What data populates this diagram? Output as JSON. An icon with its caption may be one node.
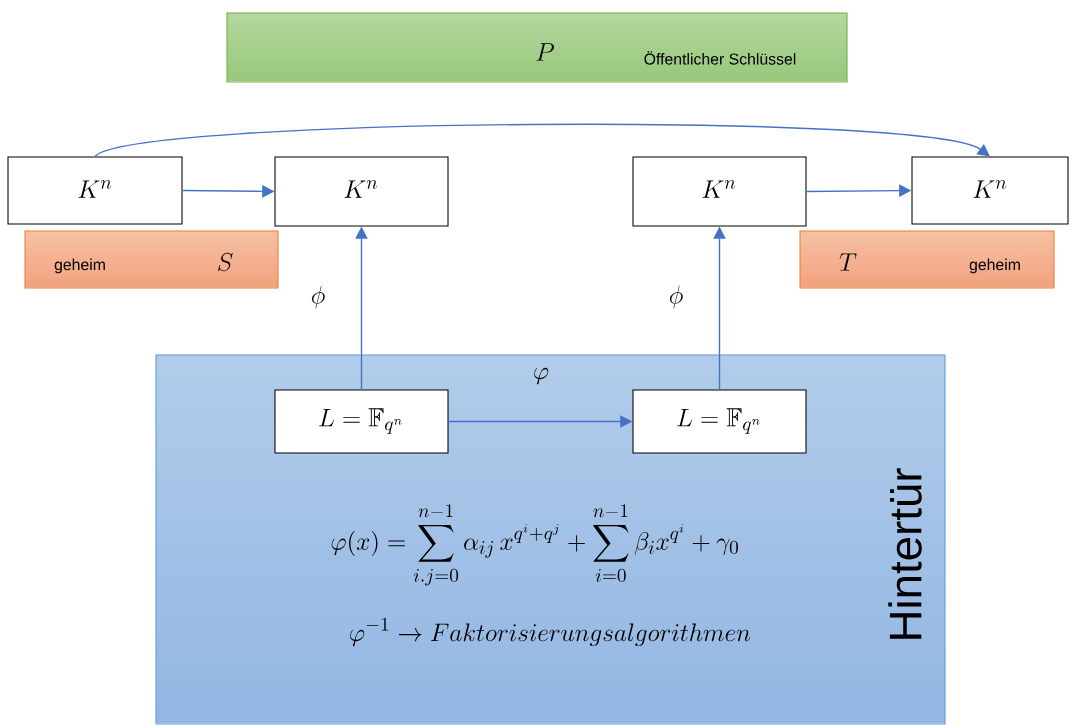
{
  "diagram": {
    "nodes": [
      {
        "text": [
          "P",
          "Öffentlicher Schlüssel"
        ]
      },
      {
        "text": [
          "K^n"
        ]
      },
      {
        "text": [
          "K^n"
        ]
      },
      {
        "text": [
          "K^n"
        ]
      },
      {
        "text": [
          "K^n"
        ]
      },
      {
        "text": [
          "geheim",
          "S"
        ]
      },
      {
        "text": [
          "T",
          "geheim"
        ]
      },
      {
        "text": [
          "Hintertür",
          "\\varphi(x)=\\sum_{i.j=0}^{n-1}\\alpha_{ij}\\,x^{q^i+q^j}+\\sum_{i=0}^{n-1}\\beta_i x^{q^i}+\\gamma_0",
          "\\varphi^{-1}\\rightarrow Faktorisierungsalgorithmen"
        ]
      },
      {
        "text": [
          "L=\\mathbb{F}_{q^n}"
        ],
        "in": 7
      },
      {
        "text": [
          "L=\\mathbb{F}_{q^n}"
        ],
        "in": 7
      }
    ],
    "edges": [
      {
        "from": 1,
        "to": 2,
        "arrow": "to"
      },
      {
        "from": 3,
        "to": 4,
        "arrow": "to"
      },
      {
        "from": 1,
        "to": 4,
        "arrow": "to"
      },
      {
        "from": 8,
        "to": 2,
        "arrow": "to",
        "label": "\\phi"
      },
      {
        "from": 9,
        "to": 3,
        "arrow": "to",
        "label": "\\phi"
      },
      {
        "from": 8,
        "to": 9,
        "arrow": "to",
        "label": "\\varphi"
      }
    ]
  }
}
